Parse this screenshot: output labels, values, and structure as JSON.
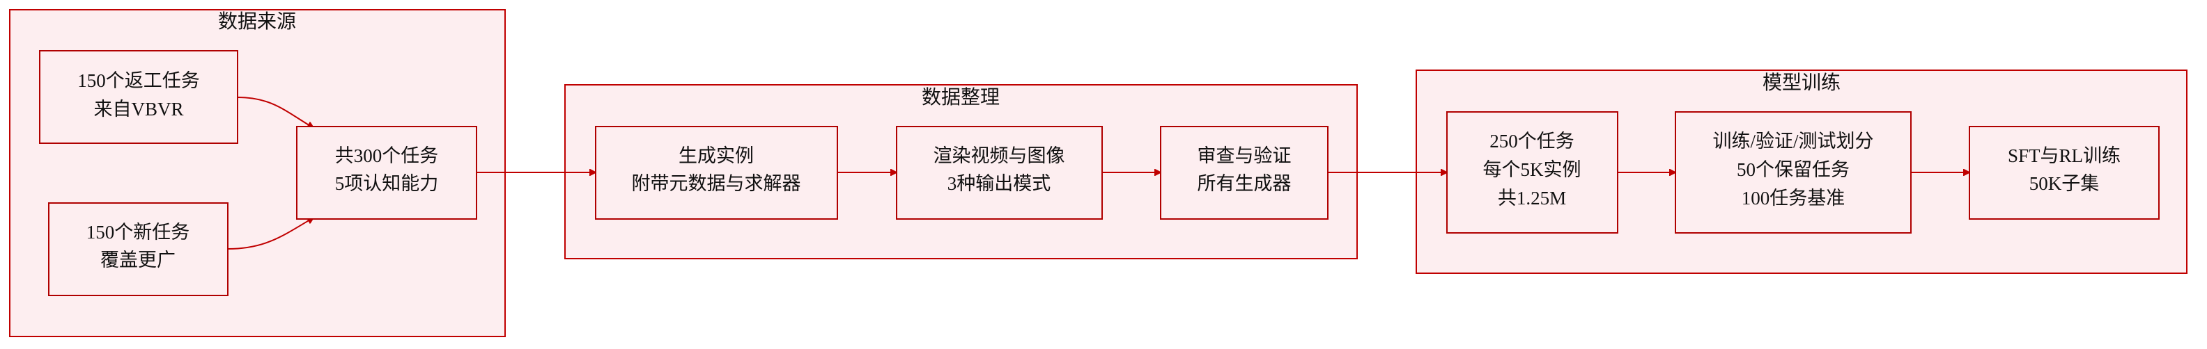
{
  "clusters": {
    "data_source": {
      "label": "数据来源"
    },
    "data_processing": {
      "label": "数据整理"
    },
    "model_training": {
      "label": "模型训练"
    }
  },
  "nodes": {
    "returned_tasks": {
      "line1": "150个返工任务",
      "line2": "来自VBVR"
    },
    "new_tasks": {
      "line1": "150个新任务",
      "line2": "覆盖更广"
    },
    "total_tasks": {
      "line1": "共300个任务",
      "line2": "5项认知能力"
    },
    "generate_instances": {
      "line1": "生成实例",
      "line2": "附带元数据与求解器"
    },
    "render_media": {
      "line1": "渲染视频与图像",
      "line2": "3种输出模式"
    },
    "review_validate": {
      "line1": "审查与验证",
      "line2": "所有生成器"
    },
    "dataset_size": {
      "line1": "250个任务",
      "line2": "每个5K实例",
      "line3": "共1.25M"
    },
    "split": {
      "line1": "训练/验证/测试划分",
      "line2": "50个保留任务",
      "line3": "100任务基准"
    },
    "sft_rl": {
      "line1": "SFT与RL训练",
      "line2": "50K子集"
    }
  },
  "colors": {
    "fill": "#fdeef0",
    "stroke": "#c00000",
    "text": "#111111"
  }
}
